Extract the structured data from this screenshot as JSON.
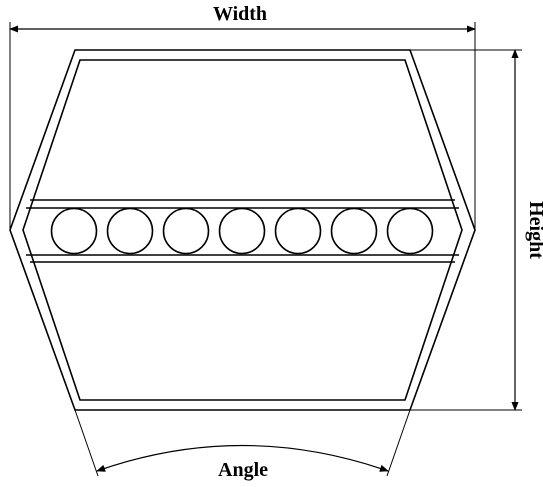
{
  "diagram": {
    "labels": {
      "width": "Width",
      "height": "Height",
      "angle": "Angle"
    },
    "cord_count": 7,
    "colors": {
      "line": "#000000",
      "background": "#ffffff"
    }
  }
}
